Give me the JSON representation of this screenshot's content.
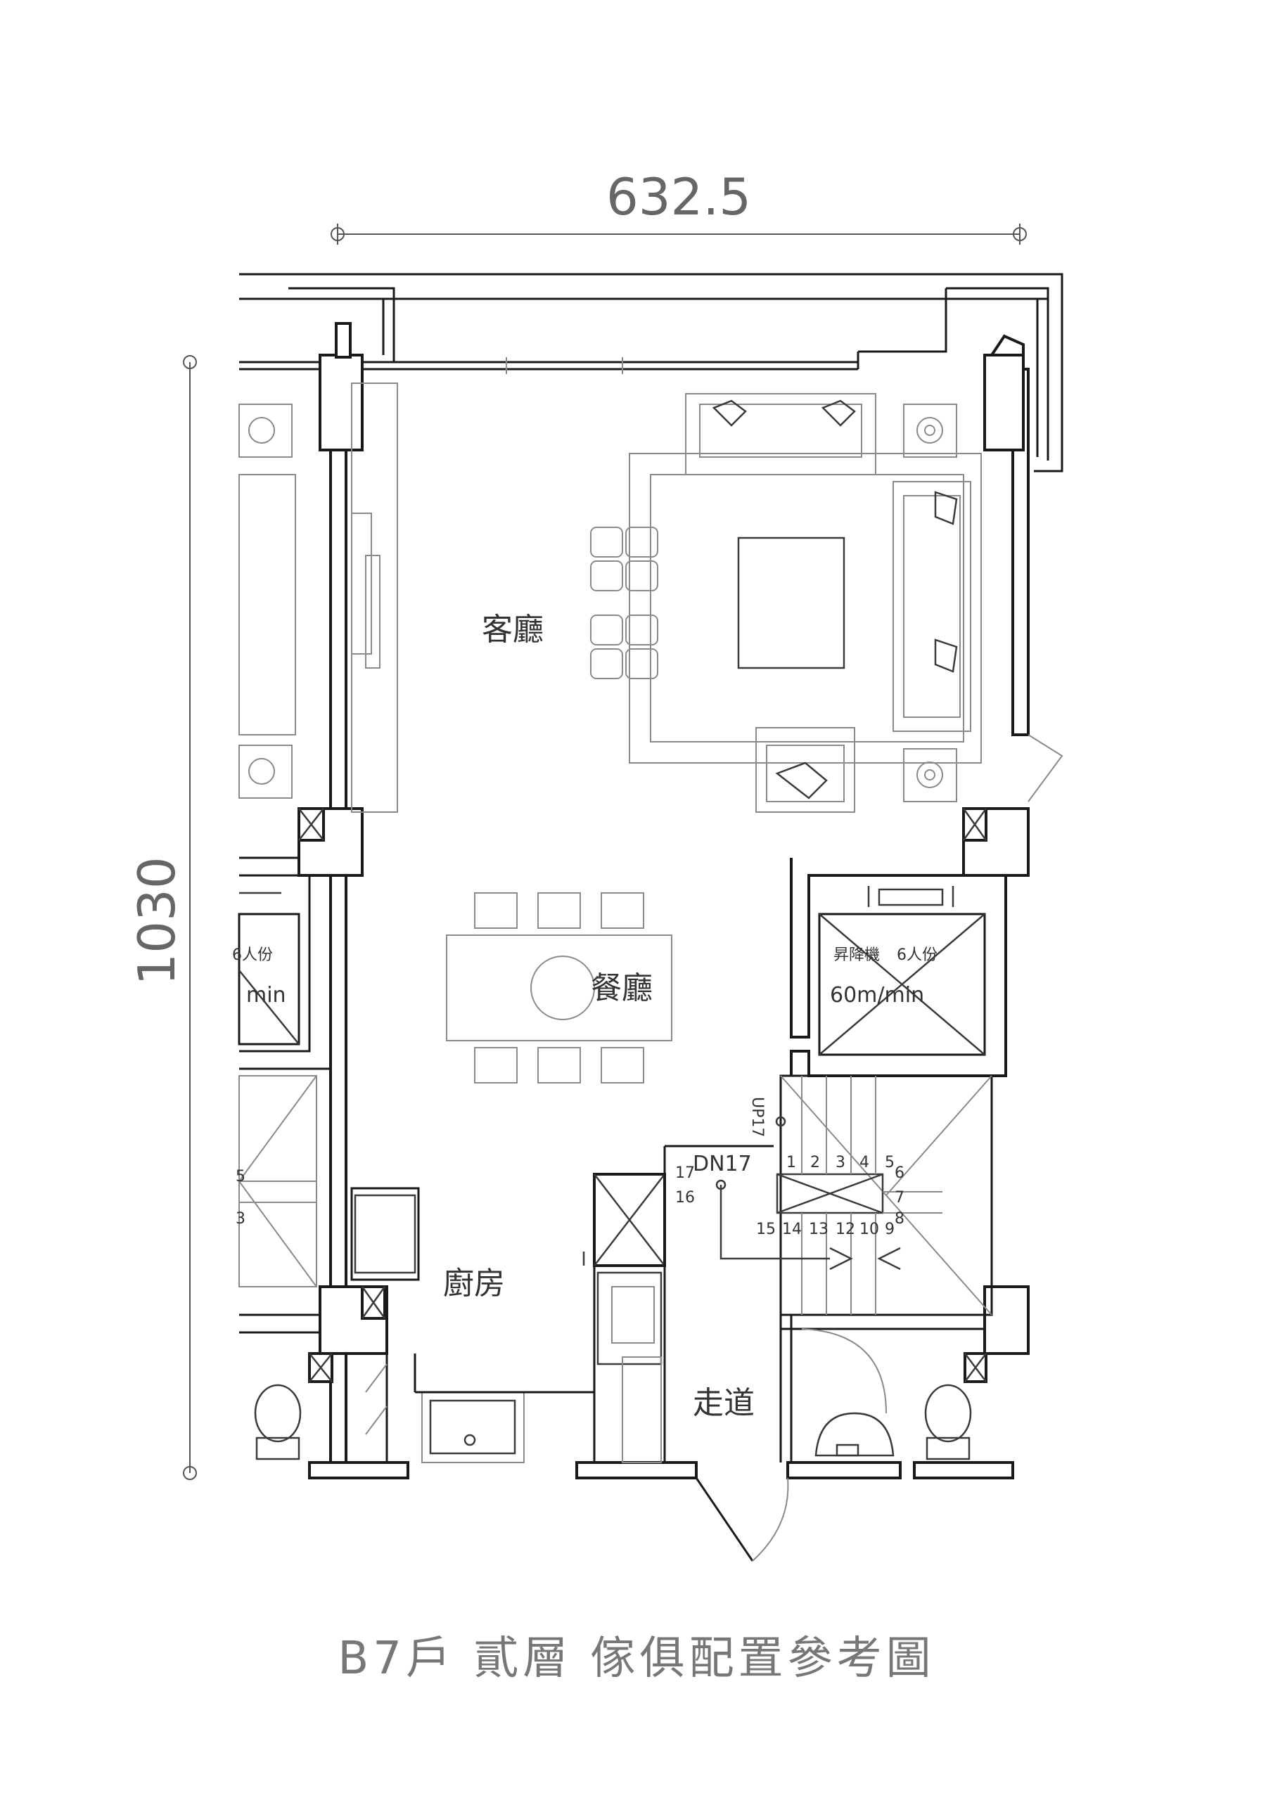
{
  "dimensions": {
    "width_label": "632.5",
    "height_label": "1030"
  },
  "rooms": {
    "living_room": "客廳",
    "dining_room": "餐廳",
    "kitchen": "廚房",
    "corridor": "走道"
  },
  "elevator": {
    "label": "昇降機",
    "capacity": "6人份",
    "speed": "60m/min",
    "left_partial_capacity": "6人份",
    "left_partial_speed": "min"
  },
  "stairs": {
    "up_label": "UP17",
    "down_label": "DN17",
    "step_numbers_top": [
      "1",
      "2",
      "3",
      "4",
      "5"
    ],
    "step_numbers_right": [
      "6",
      "7",
      "8"
    ],
    "step_numbers_bottom": [
      "15",
      "14",
      "13",
      "12",
      "10",
      "9"
    ],
    "step_17": "17",
    "step_16": "16",
    "left_partial_steps": [
      "5",
      "3"
    ]
  },
  "title": "B7戶  貳層  傢俱配置參考圖",
  "colors": {
    "wall": "#1a1a1a",
    "furniture": "#8a8a8a",
    "text": "#333333"
  }
}
